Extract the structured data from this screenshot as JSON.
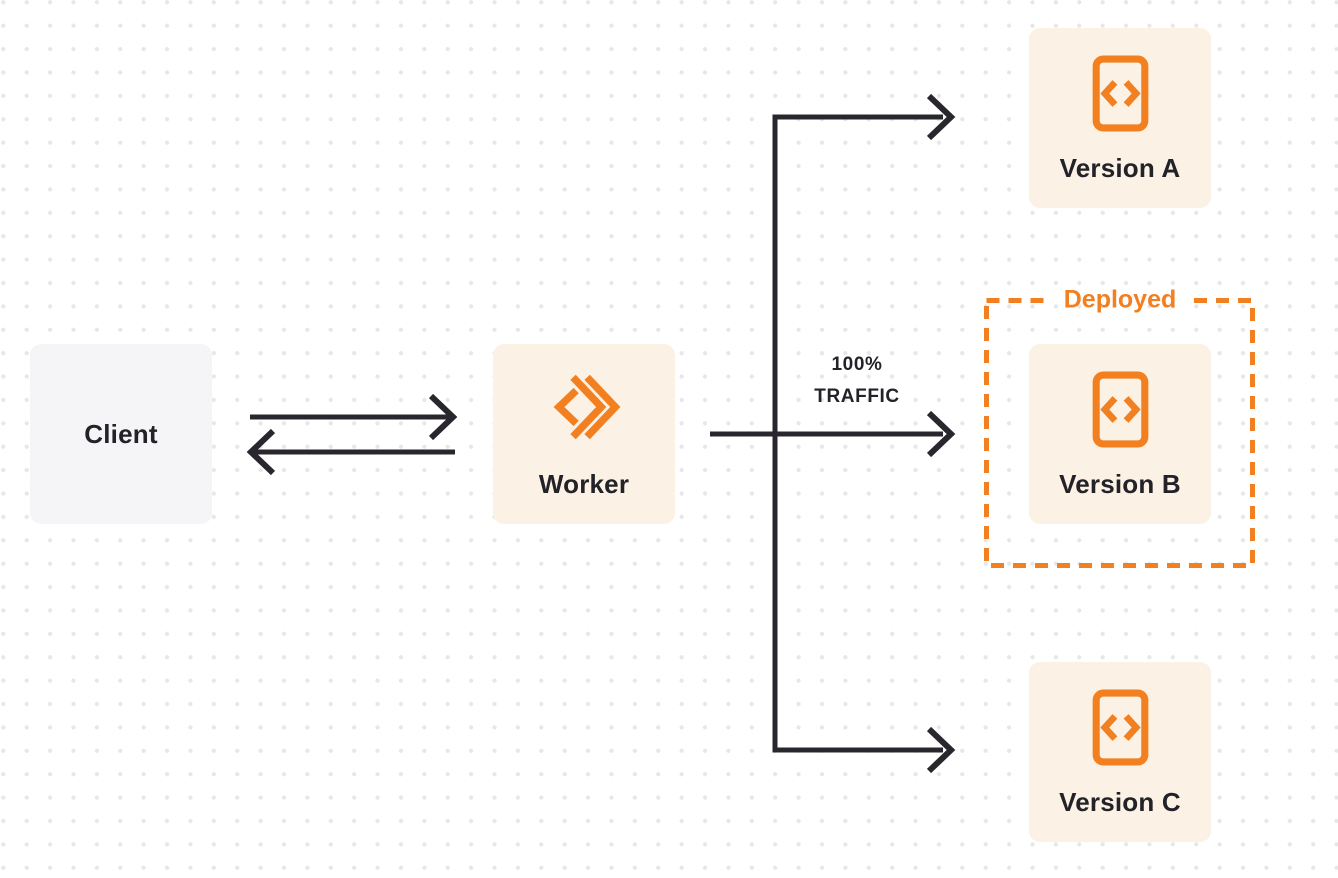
{
  "diagram": {
    "nodes": {
      "client": {
        "label": "Client"
      },
      "worker": {
        "label": "Worker"
      },
      "version_a": {
        "label": "Version A"
      },
      "version_b": {
        "label": "Version B"
      },
      "version_c": {
        "label": "Version C"
      }
    },
    "deployed_group": {
      "label": "Deployed"
    },
    "traffic_label": {
      "line1": "100%",
      "line2": "TRAFFIC"
    },
    "icons": {
      "worker_icon": "workers-logo-icon",
      "version_icon": "code-file-icon"
    },
    "colors": {
      "orange": "#F28021",
      "cream": "#FBF1E4",
      "client_gray": "#F5F5F7",
      "arrow_dark": "#29272D",
      "text_dark": "#222228",
      "dot_grid": "#E7E7E9",
      "background": "#FFFFFF"
    }
  }
}
